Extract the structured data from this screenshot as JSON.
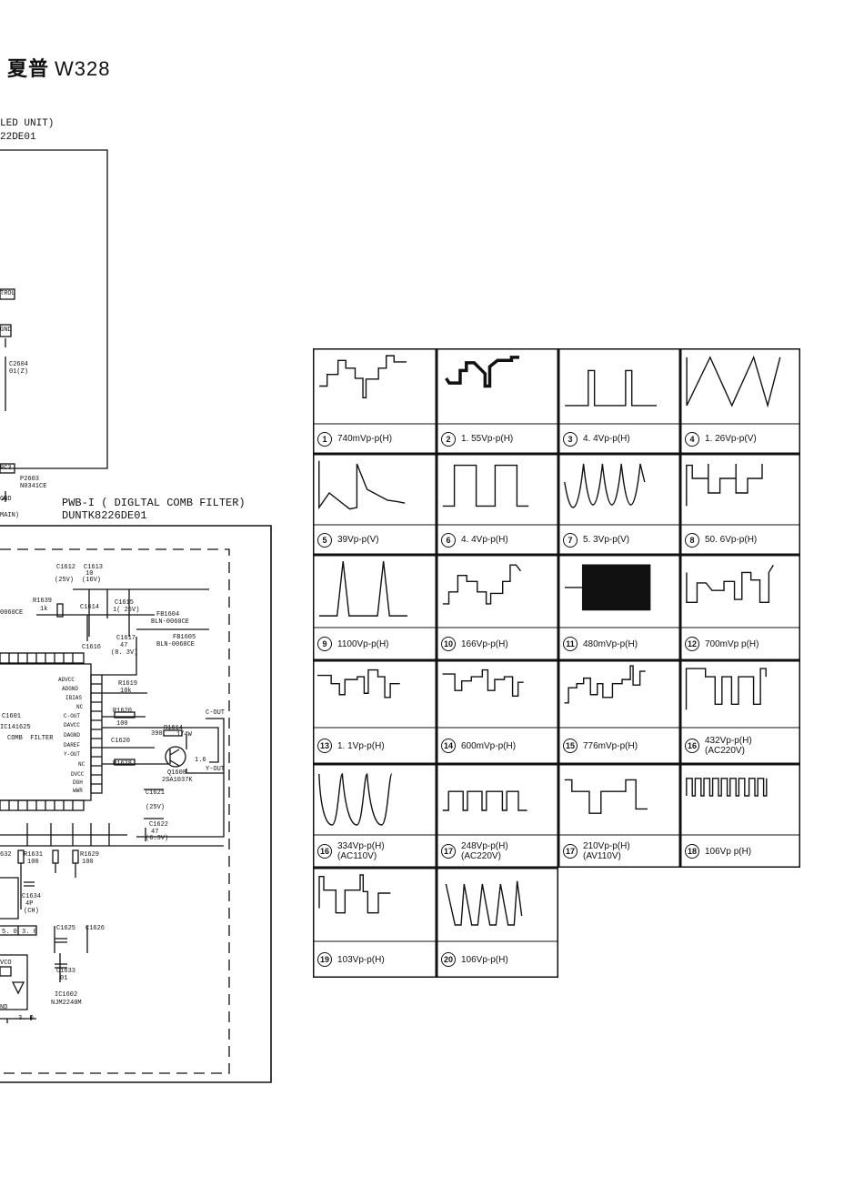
{
  "header": {
    "brand": "夏普",
    "model": "W328"
  },
  "top_board": {
    "line1": "LED UNIT)",
    "line2": "22DE01"
  },
  "filter_board": {
    "line1": "PWB-I ( DIGLTAL COMB FILTER)",
    "line2": "DUNTK8226DE01"
  },
  "schematic_labels": {
    "trol": "TROL",
    "gnd": "GND",
    "c2604": "C2604",
    "c2604v": "01(Z)",
    "rc3": "RC3",
    "p2603": "P2603",
    "n0341": "N0341CE",
    "gnd2": "GND",
    "main": "MAIN)",
    "c1612": "C1612",
    "c1613": "C1613",
    "v25": "(25V)",
    "v16": "(16V)",
    "ten": "10",
    "r1639": "R1639",
    "one_k": "1k",
    "c1614": "C1614",
    "c1615": "C1615",
    "c1615v": "1( 25V)",
    "fb1604": "FB1604",
    "bln": "BLN-0060CE",
    "fb1605": "FB1605",
    "bln2": "BLN-0060CE",
    "c1616": "C1616",
    "c1617": "C1617",
    "c1617v": "47",
    "v83": "(8. 3V)",
    "zero60": "0060CE",
    "r1619": "R1619",
    "ten_k": "10k",
    "advcc": "ADVCC",
    "adgnd": "ADGND",
    "ibias": "IBIAS",
    "nc": "NC",
    "cout": "C-OUT",
    "davcc": "DAVCC",
    "dagnd": "DAGND",
    "daref": "DAREF",
    "yout": "Y-OUT",
    "nc2": "NC",
    "dvcc": "DVCC",
    "dgh": "DGH",
    "wwr": "WWR",
    "r1620": "R1620",
    "hundred": "100",
    "c1620": "C1620",
    "r1628": "R1628",
    "r1614": "R1614",
    "r1614v": "390",
    "quarter_w": "1/4W",
    "q1608": "Q1608",
    "q1608t": "2SA1037K",
    "c1621": "C1621",
    "c1622": "C1622",
    "c1622v": "47",
    "v63": "(6.3V)",
    "c1601": "C1601",
    "ic1625": "IC141625",
    "comb": "COMB  FILTER",
    "cout_right": "C-OUT",
    "yout_right": "Y-OUT",
    "v16b": "1.6",
    "r1632": "632",
    "r1631": "R1631",
    "r1629": "R1629",
    "c1634": "C1634",
    "c1634v": "4P",
    "c1634c": "(CH)",
    "c1625": "C1625",
    "c1626": "C1626",
    "c1633": "C1633",
    "c1633v": "01",
    "ic1602": "IC1602",
    "ic1602t": "NJM2240M",
    "vco": "VCO",
    "nd": "ND",
    "v50": "5. 0",
    "v30": "3. 0",
    "v30b": "3. 0"
  },
  "waveforms": [
    {
      "n": "1",
      "label": "740mVp-p(H)",
      "sub": ""
    },
    {
      "n": "2",
      "label": "1. 55Vp-p(H)",
      "sub": ""
    },
    {
      "n": "3",
      "label": "4. 4Vp-p(H)",
      "sub": ""
    },
    {
      "n": "4",
      "label": "1. 26Vp-p(V)",
      "sub": ""
    },
    {
      "n": "5",
      "label": "39Vp-p(V)",
      "sub": ""
    },
    {
      "n": "6",
      "label": "4. 4Vp-p(H)",
      "sub": ""
    },
    {
      "n": "7",
      "label": "5. 3Vp-p(V)",
      "sub": ""
    },
    {
      "n": "8",
      "label": "50. 6Vp-p(H)",
      "sub": ""
    },
    {
      "n": "9",
      "label": "1100Vp-p(H)",
      "sub": ""
    },
    {
      "n": "10",
      "label": "166Vp-p(H)",
      "sub": ""
    },
    {
      "n": "11",
      "label": "480mVp-p(H)",
      "sub": ""
    },
    {
      "n": "12",
      "label": "700mVp p(H)",
      "sub": ""
    },
    {
      "n": "13",
      "label": "1. 1Vp-p(H)",
      "sub": ""
    },
    {
      "n": "14",
      "label": "600mVp-p(H)",
      "sub": ""
    },
    {
      "n": "15",
      "label": "776mVp-p(H)",
      "sub": ""
    },
    {
      "n": "16",
      "label": "432Vp-p(H)",
      "sub": "(AC220V)"
    },
    {
      "n": "16",
      "label": "334Vp-p(H)",
      "sub": "(AC110V)"
    },
    {
      "n": "17",
      "label": "248Vp-p(H)",
      "sub": "(AC220V)"
    },
    {
      "n": "17",
      "label": "210Vp-p(H)",
      "sub": "(AV110V)"
    },
    {
      "n": "18",
      "label": "106Vp p(H)",
      "sub": ""
    },
    {
      "n": "19",
      "label": "103Vp-p(H)",
      "sub": ""
    },
    {
      "n": "20",
      "label": "106Vp-p(H)",
      "sub": ""
    }
  ]
}
